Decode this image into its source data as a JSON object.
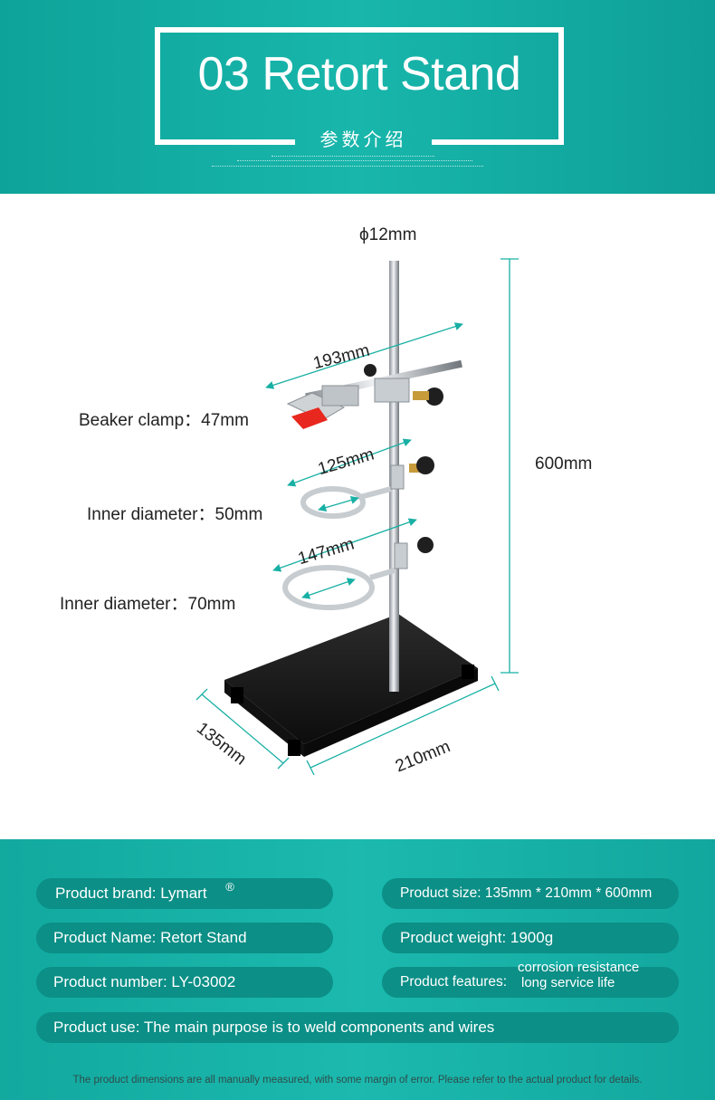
{
  "header": {
    "title": "03 Retort Stand",
    "subtitle": "参数介绍"
  },
  "diagram": {
    "rod_diameter": "ϕ12mm",
    "clamp_length": "193mm",
    "beaker_clamp": "Beaker clamp：47mm",
    "ring1_length": "125mm",
    "ring1_inner": "Inner diameter：50mm",
    "ring2_length": "147mm",
    "ring2_inner": "Inner diameter：70mm",
    "height": "600mm",
    "base_depth": "135mm",
    "base_width": "210mm"
  },
  "info": {
    "brand": "Product brand: Lymart",
    "registered": "®",
    "size": "Product size: 135mm * 210mm * 600mm",
    "name": "Product Name: Retort Stand",
    "weight": "Product weight: 1900g",
    "number": "Product number: LY-03002",
    "features_label": "Product features:",
    "feature_1": "corrosion resistance",
    "feature_2": "long service life",
    "use": "Product use: The main purpose is to weld components and wires",
    "disclaimer": "The product dimensions are all manually measured, with some margin of error. Please refer to the actual product for details."
  },
  "colors": {
    "teal": "#15b0a5",
    "pill": "#0b8f86",
    "dimension_line": "#18b0a4",
    "base": "#1a1a1a",
    "clamp_pad": "#e8281e"
  }
}
